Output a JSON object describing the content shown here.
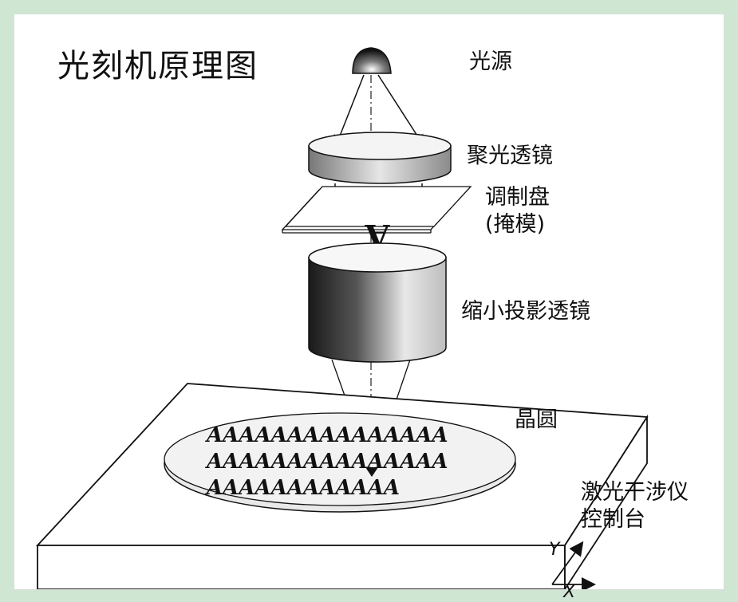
{
  "title": "光刻机原理图",
  "labels": {
    "light_source": "光源",
    "condenser_lens": "聚光透镜",
    "reticle_line1": "调制盘",
    "reticle_line2": "(掩模)",
    "projection_lens": "缩小投影透镜",
    "wafer": "晶圆",
    "stage_line1": "激光干涉仪",
    "stage_line2": "控制台"
  },
  "mask_letter": "A",
  "wafer_rows": [
    "AAAAAAAAAAAAAAA",
    "AAAAAAAAAAAAAAA",
    "AAAAAAAAAAAA"
  ],
  "axes": {
    "y": "Y",
    "x": "X"
  },
  "colors": {
    "background": "#cfe7d2",
    "panel": "#ffffff",
    "ink": "#111111"
  }
}
